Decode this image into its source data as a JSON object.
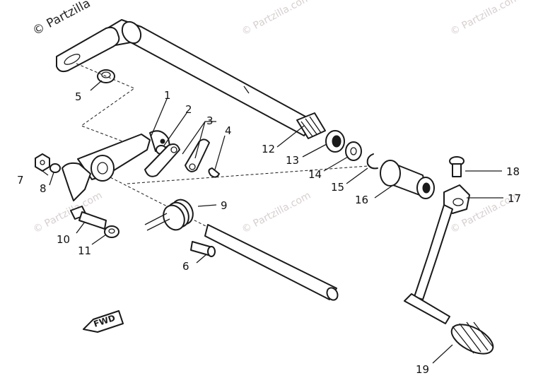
{
  "watermarks": {
    "primary": "© Partzilla",
    "repeat": "© Partzilla.com"
  },
  "callouts": [
    "1",
    "2",
    "3",
    "4",
    "5",
    "6",
    "7",
    "8",
    "9",
    "10",
    "11",
    "12",
    "13",
    "14",
    "15",
    "16",
    "17",
    "18",
    "19"
  ],
  "fwd_label": "FWD",
  "colors": {
    "ink": "#1a1a1a",
    "background": "#ffffff",
    "watermark": "#d8cfcf"
  }
}
